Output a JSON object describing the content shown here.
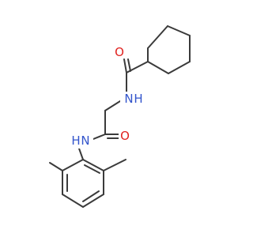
{
  "molecule": {
    "atoms": {
      "o1": {
        "symbol": "O",
        "color": "#e0221f"
      },
      "n1": {
        "symbol": "N",
        "hydrogen": "H",
        "color": "#3355cc"
      },
      "o2": {
        "symbol": "O",
        "color": "#e0221f"
      },
      "n2": {
        "symbol": "N",
        "hydrogen": "H",
        "color": "#3355cc"
      }
    },
    "bond_color": "#3a3a3a"
  }
}
